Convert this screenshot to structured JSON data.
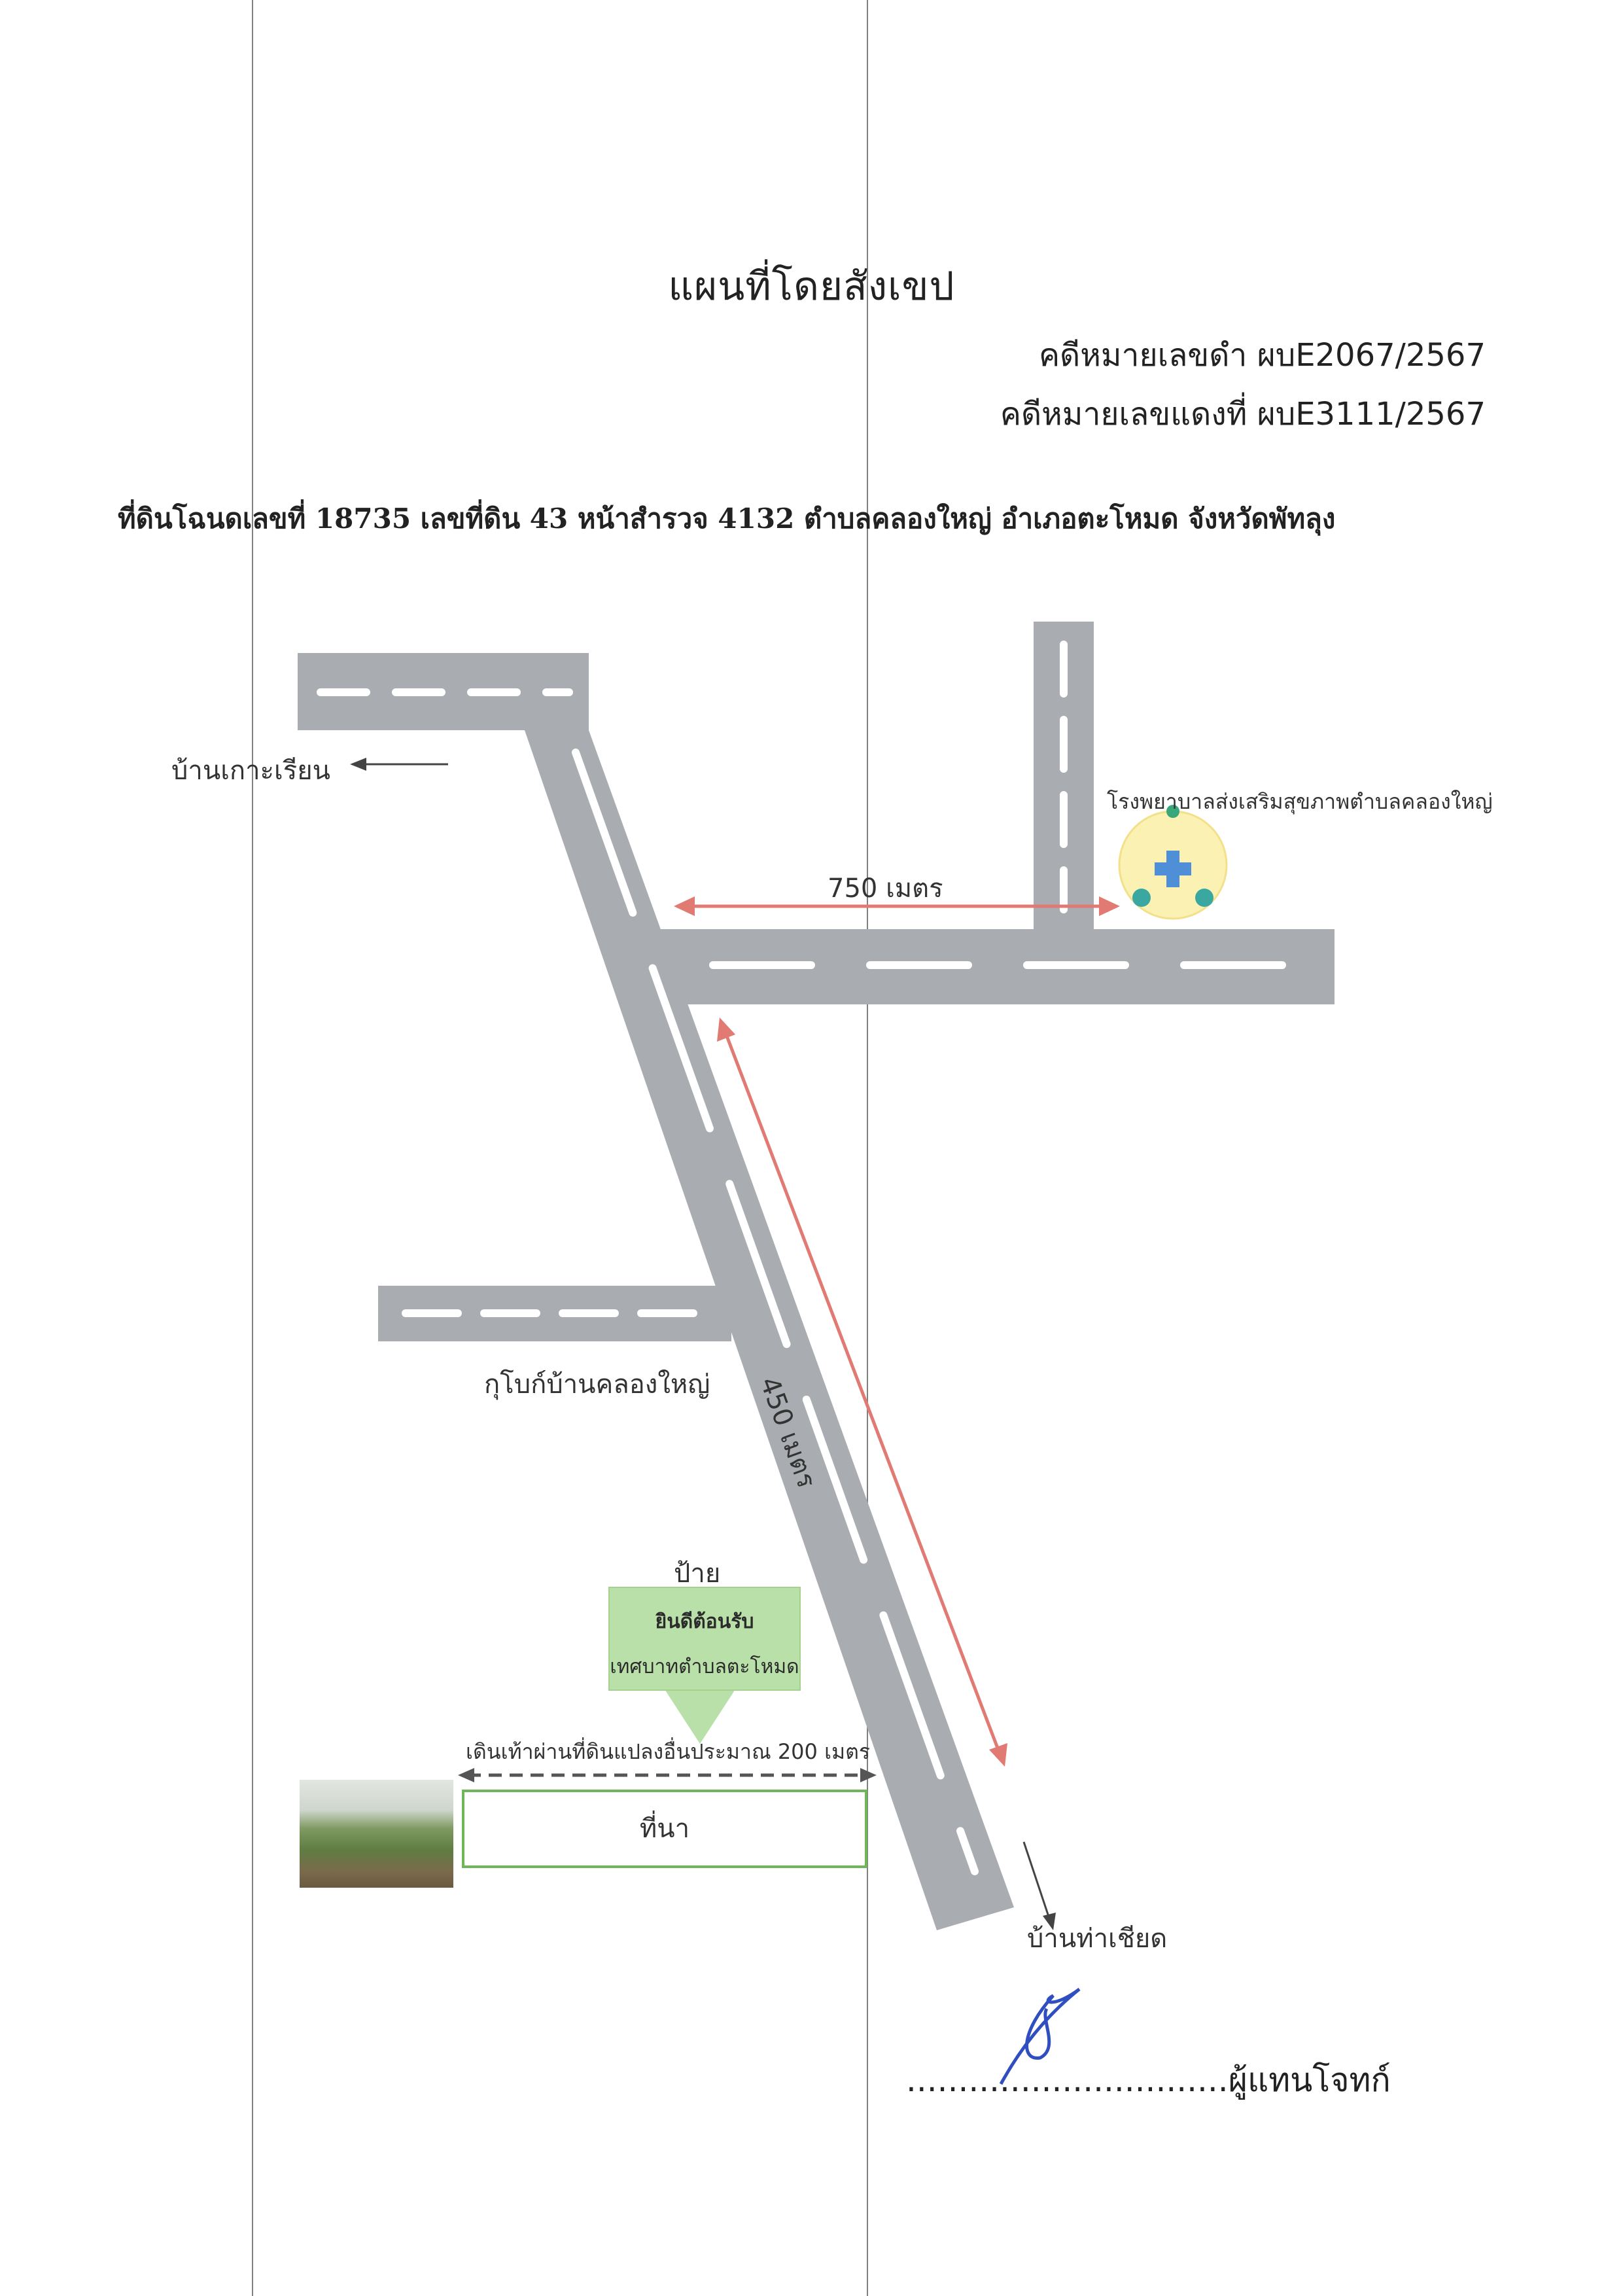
{
  "document": {
    "title": "แผนที่โดยสังเขป",
    "case_black": "คดีหมายเลขดำ ผบE2067/2567",
    "case_red": "คดีหมายเลขแดงที่ ผบE3111/2567",
    "land_description": "ที่ดินโฉนดเลขที่ 18735 เลขที่ดิน 43 หน้าสำรวจ 4132 ตำบลคลองใหญ่ อำเภอตะโหมด จังหวัดพัทลุง"
  },
  "map": {
    "labels": {
      "ban_ko_rian": "บ้านเกาะเรียน",
      "hospital": "โรงพยาบาลส่งเสริมสุขภาพตำบลคลองใหญ่",
      "dist_750": "750 เมตร",
      "dist_450": "450 เมตร",
      "kubo": "กุโบก์บ้านคลองใหญ่",
      "sign_caption": "ป้าย",
      "walk_note": "เดินเท้าผ่านที่ดินแปลงอื่นประมาณ 200 เมตร",
      "field": "ที่นา",
      "ban_tha_chiat": "บ้านท่าเชียด"
    },
    "sign": {
      "line1": "ยินดีต้อนรับ",
      "line2": "เทศบาทตำบลตะโหมด"
    },
    "colors": {
      "road": "#a9acb0",
      "road_marking": "#ffffff",
      "distance_arrow": "#e07a72",
      "sign_fill": "#b9e0a9",
      "field_border": "#6fb65b",
      "signature_ink": "#2f4ec0"
    },
    "icons": [
      "hospital-logo-icon",
      "arrow-left-icon",
      "arrow-down-right-icon",
      "field-photo"
    ]
  },
  "signature": {
    "line": "...............................ผู้แทนโจทก์"
  }
}
